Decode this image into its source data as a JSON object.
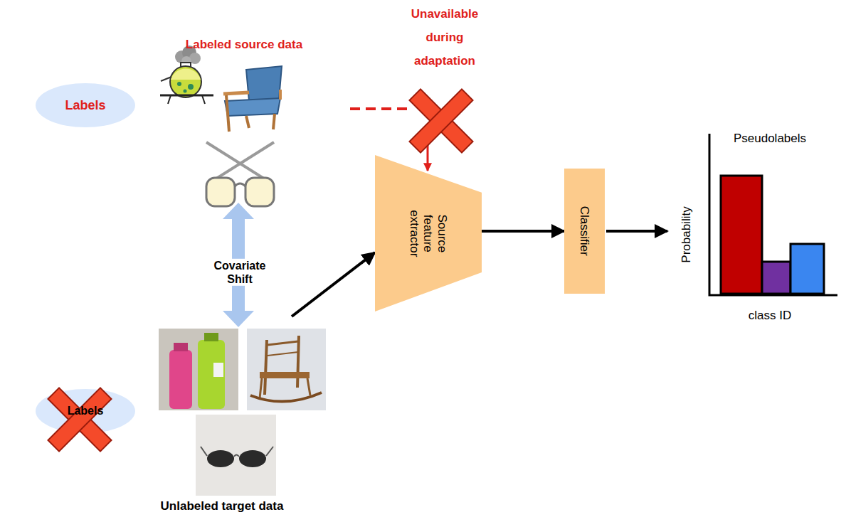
{
  "diagram": {
    "nodes": [
      {
        "text": [
          "Labels"
        ]
      },
      {
        "text": [
          "Labels"
        ]
      },
      {
        "text": [
          "Source feature extractor"
        ]
      },
      {
        "text": [
          "Classifier"
        ]
      }
    ],
    "edges": [
      {
        "from": 2,
        "to": 3,
        "arrow": "to"
      }
    ],
    "labels": [
      "Labeled source data",
      "Unavailable during adaptation",
      "Covariate Shift",
      "Pseudolabels",
      "Probability",
      "class ID",
      "Unlabeled target data"
    ]
  }
}
